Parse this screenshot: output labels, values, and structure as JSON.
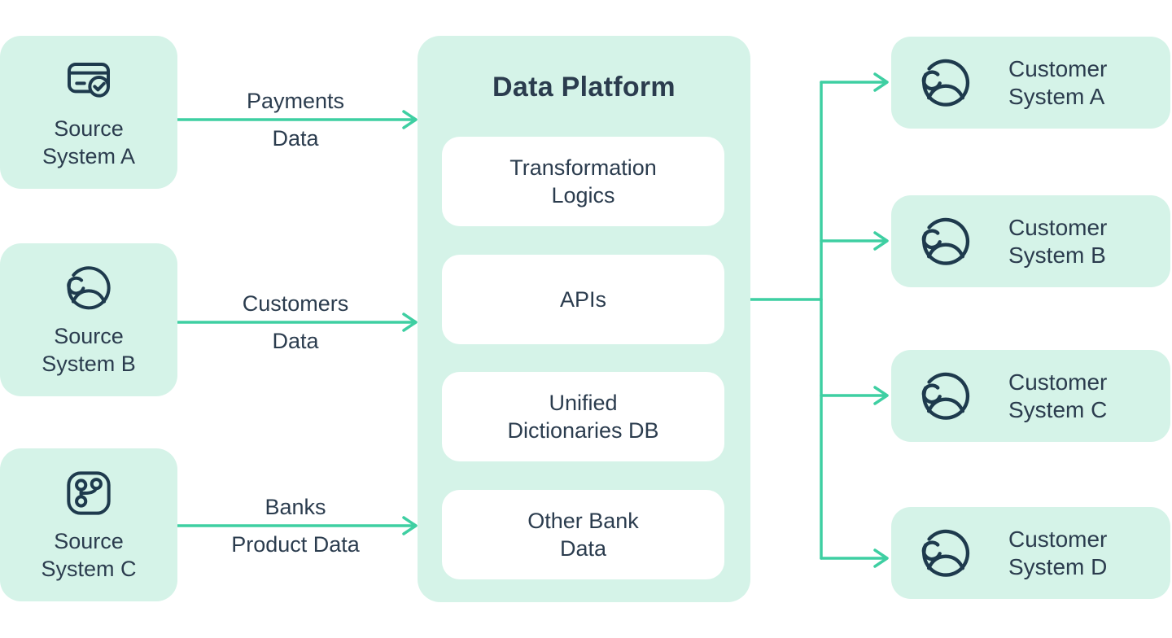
{
  "colors": {
    "mint": "#d5f3e8",
    "connector": "#3ecfa2",
    "text": "#2b3c4e",
    "icon_stroke": "#1e3a4d"
  },
  "sources": [
    {
      "line1": "Source",
      "line2": "System A",
      "icon": "credit-card-check-icon"
    },
    {
      "line1": "Source",
      "line2": "System B",
      "icon": "user-circle-icon"
    },
    {
      "line1": "Source",
      "line2": "System C",
      "icon": "git-branch-app-icon"
    }
  ],
  "flows": [
    {
      "label_line1": "Payments",
      "label_line2": "Data"
    },
    {
      "label_line1": "Customers",
      "label_line2": "Data"
    },
    {
      "label_line1": "Banks",
      "label_line2": "Product Data"
    }
  ],
  "platform": {
    "title": "Data Platform",
    "modules": [
      {
        "line1": "Transformation",
        "line2": "Logics"
      },
      {
        "line1": "APIs",
        "line2": ""
      },
      {
        "line1": "Unified",
        "line2": "Dictionaries DB"
      },
      {
        "line1": "Other Bank",
        "line2": "Data"
      }
    ]
  },
  "customers": [
    {
      "line1": "Customer",
      "line2": "System A",
      "icon": "user-circle-icon"
    },
    {
      "line1": "Customer",
      "line2": "System B",
      "icon": "user-circle-icon"
    },
    {
      "line1": "Customer",
      "line2": "System C",
      "icon": "user-circle-icon"
    },
    {
      "line1": "Customer",
      "line2": "System D",
      "icon": "user-circle-icon"
    }
  ]
}
